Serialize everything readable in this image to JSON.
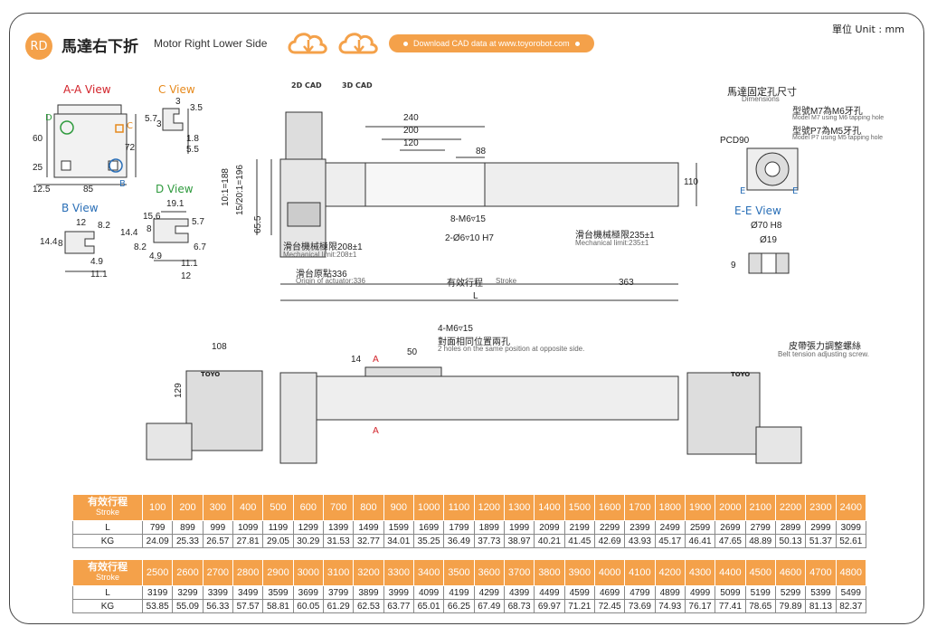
{
  "header": {
    "badge": "RD",
    "title_zh": "馬達右下折",
    "title_en": "Motor Right Lower Side",
    "cad2d": "2D CAD",
    "cad3d": "3D CAD",
    "download": "Download CAD data at www.toyorobot.com",
    "unit": "單位 Unit : mm"
  },
  "views": {
    "aa": "A-A View",
    "c": "C View",
    "d": "D View",
    "b": "B View",
    "ee": "E-E View"
  },
  "markers": {
    "d": "D",
    "c": "C",
    "b": "B",
    "e1": "E",
    "e2": "E",
    "a1": "A",
    "a2": "A"
  },
  "dims": {
    "aa_60": "60",
    "aa_25": "25",
    "aa_72": "72",
    "aa_125": "12.5",
    "aa_85": "85",
    "c_3": "3",
    "c_35": "3.5",
    "c_57": "5.7",
    "c_3b": "3",
    "c_18": "1.8",
    "c_55": "5.5",
    "d_191": "19.1",
    "d_156": "15.6",
    "d_57": "5.7",
    "d_8": "8",
    "d_144": "14.4",
    "d_82": "8.2",
    "d_49": "4.9",
    "d_67": "6.7",
    "d_111": "11.1",
    "d_12": "12",
    "b_12": "12",
    "b_82": "8.2",
    "b_144": "14.4",
    "b_8": "8",
    "b_49": "4.9",
    "b_111": "11.1",
    "m_240": "240",
    "m_200": "200",
    "m_120": "120",
    "m_88": "88",
    "m_110": "110",
    "m_ratio1": "10:1=188",
    "m_ratio2": "15/20:1=196",
    "m_655": "65.5",
    "m_holes1": "8-M6▿15",
    "m_holes2": "2-Ø6▿10 H7",
    "m_limit_l_zh": "滑台機械極限208±1",
    "m_limit_l_en": "Mechanical limit:208±1",
    "m_origin_zh": "滑台原點336",
    "m_origin_en": "Origin of actuator:336",
    "m_stroke_zh": "有效行程",
    "m_stroke_en": "Stroke",
    "m_363": "363",
    "m_L": "L",
    "m_limit_r_zh": "滑台機械極限235±1",
    "m_limit_r_en": "Mechanical limit:235±1",
    "fix_title_zh": "馬達固定孔尺寸",
    "fix_title_en": "Dimensions",
    "fix_m7_zh": "型號M7為M6牙孔",
    "fix_m7_en": "Model M7 using M6 tapping hole",
    "fix_p7_zh": "型號P7為M5牙孔",
    "fix_p7_en": "Model P7 using M5 tapping hole",
    "pcd": "PCD90",
    "ee_70": "Ø70 H8",
    "ee_19": "Ø19",
    "ee_9": "9",
    "f_108": "108",
    "f_129": "129",
    "f_14": "14",
    "f_50": "50",
    "f_holes_1": "4-M6▿15",
    "f_holes_zh": "對面相同位置兩孔",
    "f_holes_en": "2 holes on the same position at opposite side.",
    "belt_zh": "皮帶張力調整螺絲",
    "belt_en": "Belt tension adjusting screw.",
    "logo": "TOYO"
  },
  "table": {
    "row_head_zh": "有效行程",
    "row_head_en": "Stroke",
    "row_L": "L",
    "row_KG": "KG",
    "block1": {
      "stroke": [
        "100",
        "200",
        "300",
        "400",
        "500",
        "600",
        "700",
        "800",
        "900",
        "1000",
        "1100",
        "1200",
        "1300",
        "1400",
        "1500",
        "1600",
        "1700",
        "1800",
        "1900",
        "2000",
        "2100",
        "2200",
        "2300",
        "2400"
      ],
      "L": [
        "799",
        "899",
        "999",
        "1099",
        "1199",
        "1299",
        "1399",
        "1499",
        "1599",
        "1699",
        "1799",
        "1899",
        "1999",
        "2099",
        "2199",
        "2299",
        "2399",
        "2499",
        "2599",
        "2699",
        "2799",
        "2899",
        "2999",
        "3099"
      ],
      "KG": [
        "24.09",
        "25.33",
        "26.57",
        "27.81",
        "29.05",
        "30.29",
        "31.53",
        "32.77",
        "34.01",
        "35.25",
        "36.49",
        "37.73",
        "38.97",
        "40.21",
        "41.45",
        "42.69",
        "43.93",
        "45.17",
        "46.41",
        "47.65",
        "48.89",
        "50.13",
        "51.37",
        "52.61"
      ]
    },
    "block2": {
      "stroke": [
        "2500",
        "2600",
        "2700",
        "2800",
        "2900",
        "3000",
        "3100",
        "3200",
        "3300",
        "3400",
        "3500",
        "3600",
        "3700",
        "3800",
        "3900",
        "4000",
        "4100",
        "4200",
        "4300",
        "4400",
        "4500",
        "4600",
        "4700",
        "4800"
      ],
      "L": [
        "3199",
        "3299",
        "3399",
        "3499",
        "3599",
        "3699",
        "3799",
        "3899",
        "3999",
        "4099",
        "4199",
        "4299",
        "4399",
        "4499",
        "4599",
        "4699",
        "4799",
        "4899",
        "4999",
        "5099",
        "5199",
        "5299",
        "5399",
        "5499"
      ],
      "KG": [
        "53.85",
        "55.09",
        "56.33",
        "57.57",
        "58.81",
        "60.05",
        "61.29",
        "62.53",
        "63.77",
        "65.01",
        "66.25",
        "67.49",
        "68.73",
        "69.97",
        "71.21",
        "72.45",
        "73.69",
        "74.93",
        "76.17",
        "77.41",
        "78.65",
        "79.89",
        "81.13",
        "82.37"
      ]
    }
  },
  "colors": {
    "accent": "#f4a14a",
    "red": "#d2232a",
    "green": "#2e9a3d",
    "blue": "#2a6fb7",
    "orange": "#e6891c"
  }
}
